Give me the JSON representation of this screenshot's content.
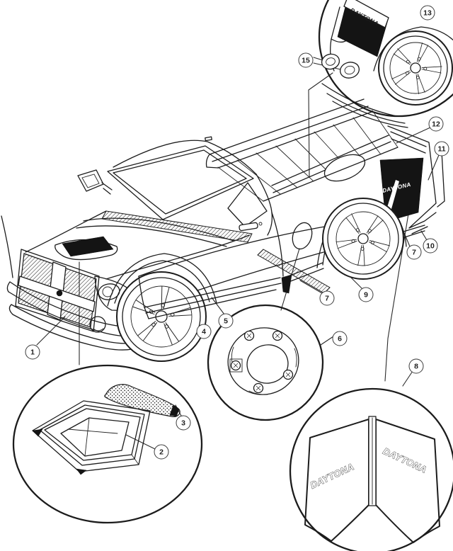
{
  "colors": {
    "background": "#ffffff",
    "line": "#1c1c1c",
    "decal_fill": "#141414"
  },
  "callouts": {
    "c1": "1",
    "c2": "2",
    "c3": "3",
    "c4": "4",
    "c5": "5",
    "c6": "6",
    "c7": "7",
    "c7b": "7",
    "c8": "8",
    "c9": "9",
    "c10": "10",
    "c11": "11",
    "c12": "12",
    "c13": "13",
    "c15": "15"
  },
  "decals": {
    "rear_quarter": "DAYTONA",
    "bed_side": "DAYTONA",
    "wing_left": "DAYTONA",
    "wing_right": "DAYTONA"
  }
}
